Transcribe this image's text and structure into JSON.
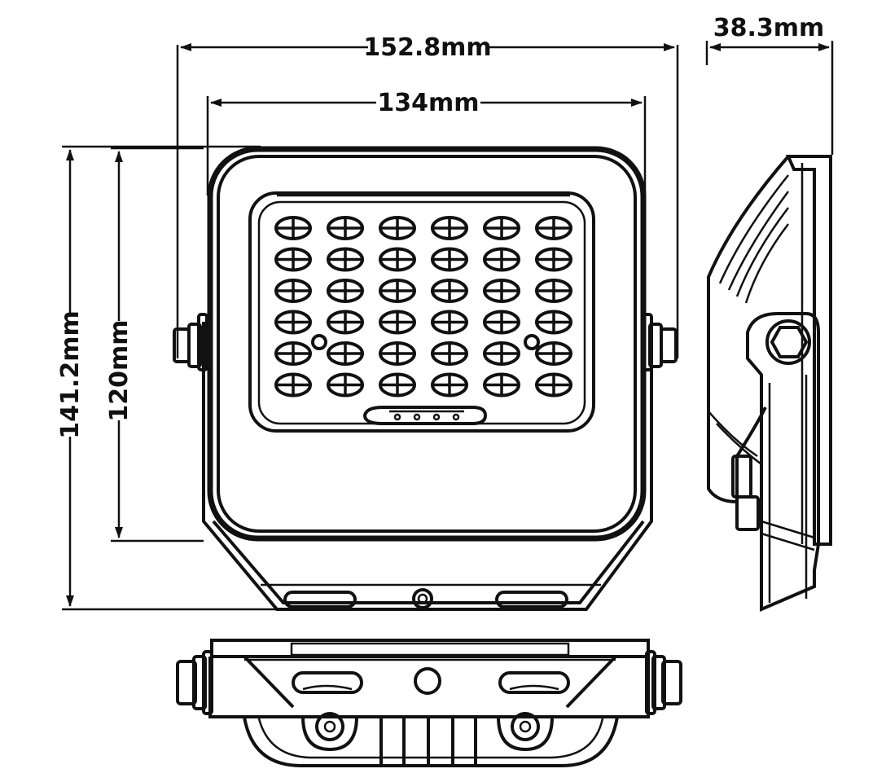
{
  "diagram": {
    "dimensions": {
      "overall_width": "152.8mm",
      "lens_width": "134mm",
      "depth": "38.3mm",
      "overall_height": "141.2mm",
      "lens_height": "120mm"
    },
    "led_grid": {
      "rows": 6,
      "columns": 6
    },
    "line_color": "#111111",
    "background_color": "#ffffff"
  }
}
